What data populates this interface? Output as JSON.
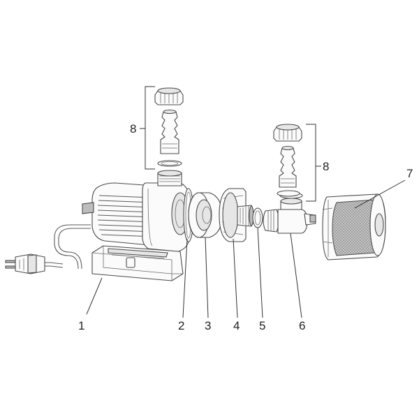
{
  "diagram": {
    "callouts": [
      {
        "id": "1",
        "label": "1"
      },
      {
        "id": "2",
        "label": "2"
      },
      {
        "id": "3",
        "label": "3"
      },
      {
        "id": "4",
        "label": "4"
      },
      {
        "id": "5",
        "label": "5"
      },
      {
        "id": "6",
        "label": "6"
      },
      {
        "id": "7",
        "label": "7"
      },
      {
        "id": "8a",
        "label": "8"
      },
      {
        "id": "8b",
        "label": "8"
      }
    ],
    "colors": {
      "line": "#4a4a4a",
      "fill": "#fbfbfb",
      "text": "#222222"
    }
  }
}
